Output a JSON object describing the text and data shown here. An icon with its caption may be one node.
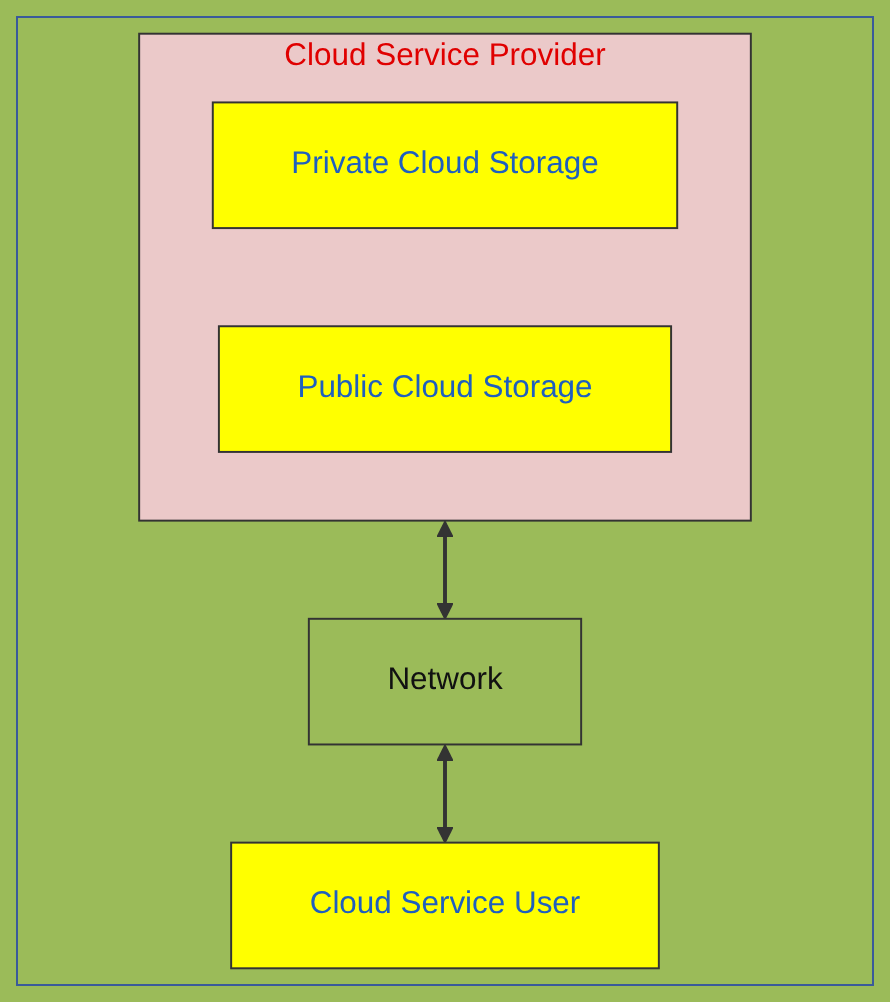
{
  "diagram": {
    "nodes": [
      {
        "text": [
          "Cloud Service Provider"
        ]
      },
      {
        "text": [
          "Private Cloud Storage"
        ],
        "in": 0
      },
      {
        "text": [
          "Public Cloud Storage"
        ],
        "in": 0
      },
      {
        "text": [
          "Network"
        ]
      },
      {
        "text": [
          "Cloud Service User"
        ]
      }
    ],
    "edges": [
      {
        "from": 0,
        "to": 3,
        "arrow": "both"
      },
      {
        "from": 3,
        "to": 4,
        "arrow": "both"
      }
    ]
  }
}
